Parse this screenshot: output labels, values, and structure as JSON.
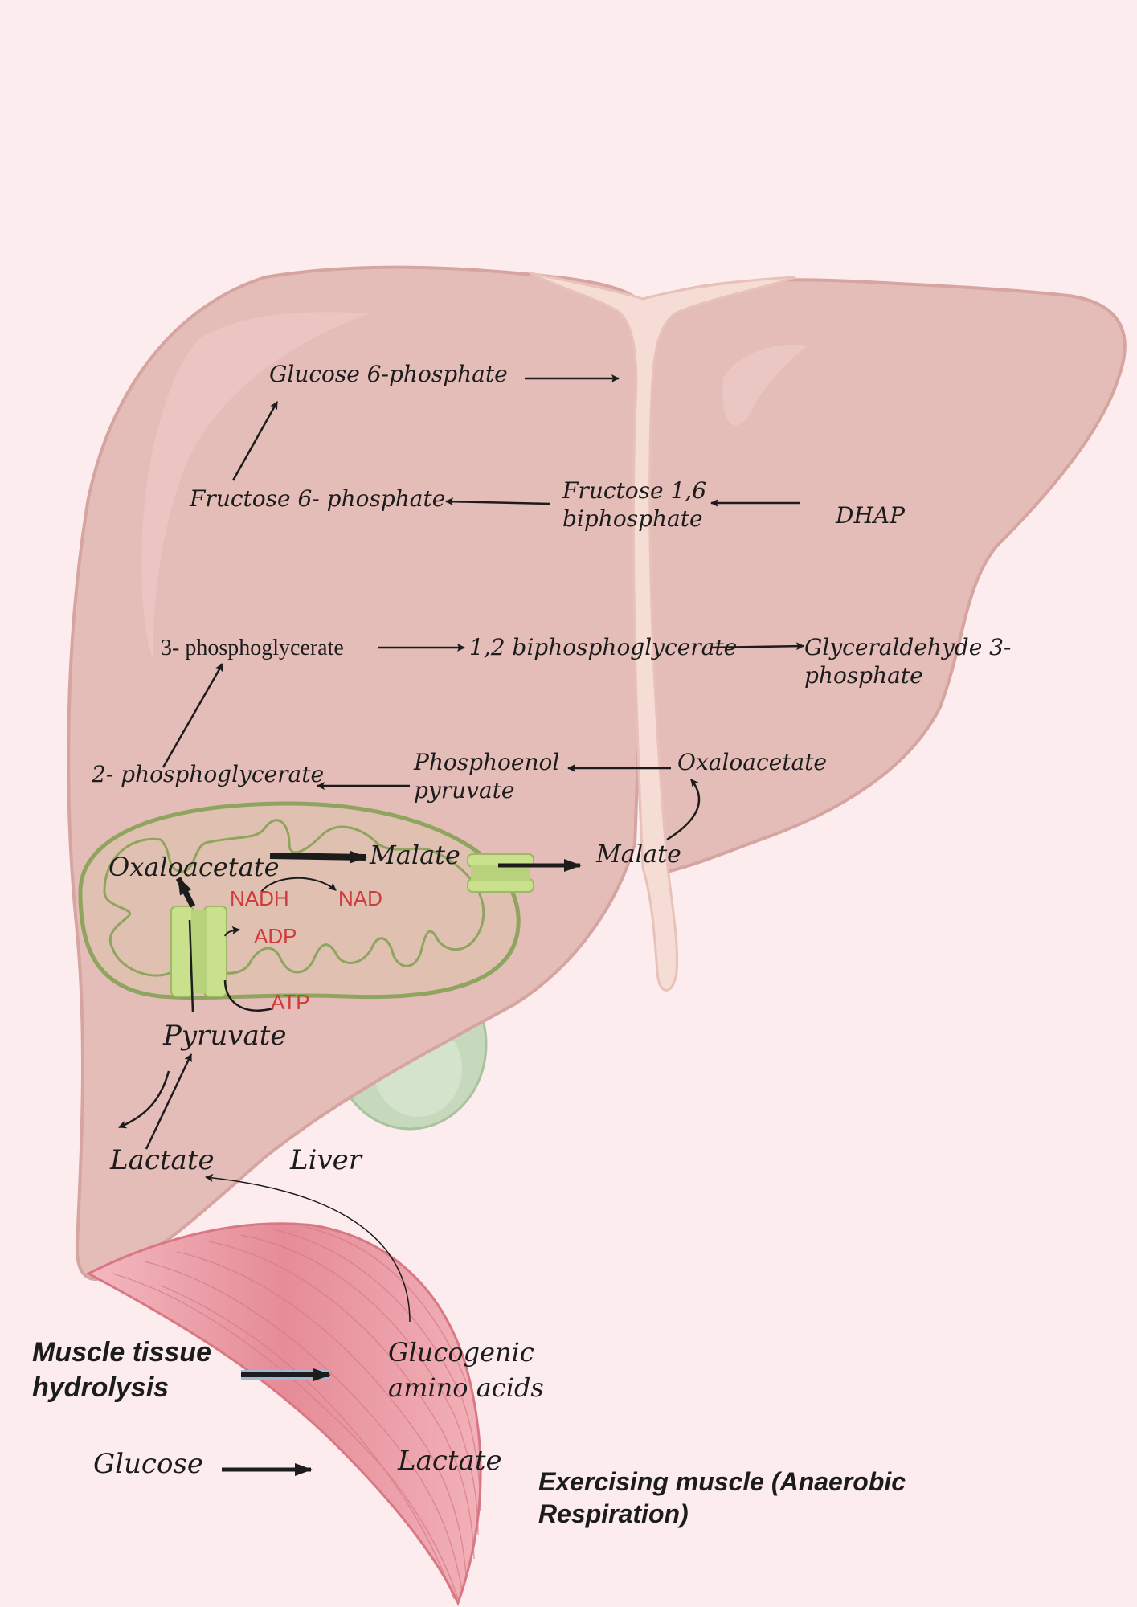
{
  "liver": {
    "label": "Liver",
    "glucose_6_phosphate": "Glucose 6-phosphate",
    "fructose_6_phosphate": "Fructose 6- phosphate",
    "fructose_16_biphosphate": [
      "Fructose 1,6",
      "biphosphate"
    ],
    "dhap": "DHAP",
    "phosphoglycerate_3": "3- phosphoglycerate",
    "biphosphoglycerate_12": "1,2 biphosphoglycerate",
    "glyceraldehyde_3_phosphate": [
      "Glyceraldehyde 3-",
      "phosphate"
    ],
    "phosphoglycerate_2": "2- phosphoglycerate",
    "phosphoenol_pyruvate": [
      "Phosphoenol",
      "pyruvate"
    ],
    "oxaloacetate_cytosol": "Oxaloacetate",
    "malate_cytosol": "Malate",
    "lactate": "Lactate"
  },
  "mitochondrion": {
    "oxaloacetate": "Oxaloacetate",
    "malate": "Malate",
    "nadh": "NADH",
    "nad": "NAD",
    "adp": "ADP",
    "atp": "ATP",
    "pyruvate": "Pyruvate"
  },
  "muscle": {
    "tissue_hydrolysis": [
      "Muscle tissue",
      "hydrolysis"
    ],
    "glucogenic_amino_acids": [
      "Glucogenic",
      "amino acids"
    ],
    "glucose": "Glucose",
    "lactate": "Lactate",
    "exercising_muscle": [
      "Exercising muscle (Anaerobic",
      "Respiration)"
    ]
  },
  "colors": {
    "background": "#fdeced",
    "liver_fill": "#e4bcb8",
    "liver_stroke": "#d6a5a2",
    "mito_stroke": "#8fa45e",
    "transporter": "#c9e08c",
    "gallbladder": "#c6d9bd",
    "muscle": "#e99aa3",
    "cofactor_text": "#cf3b3b"
  }
}
